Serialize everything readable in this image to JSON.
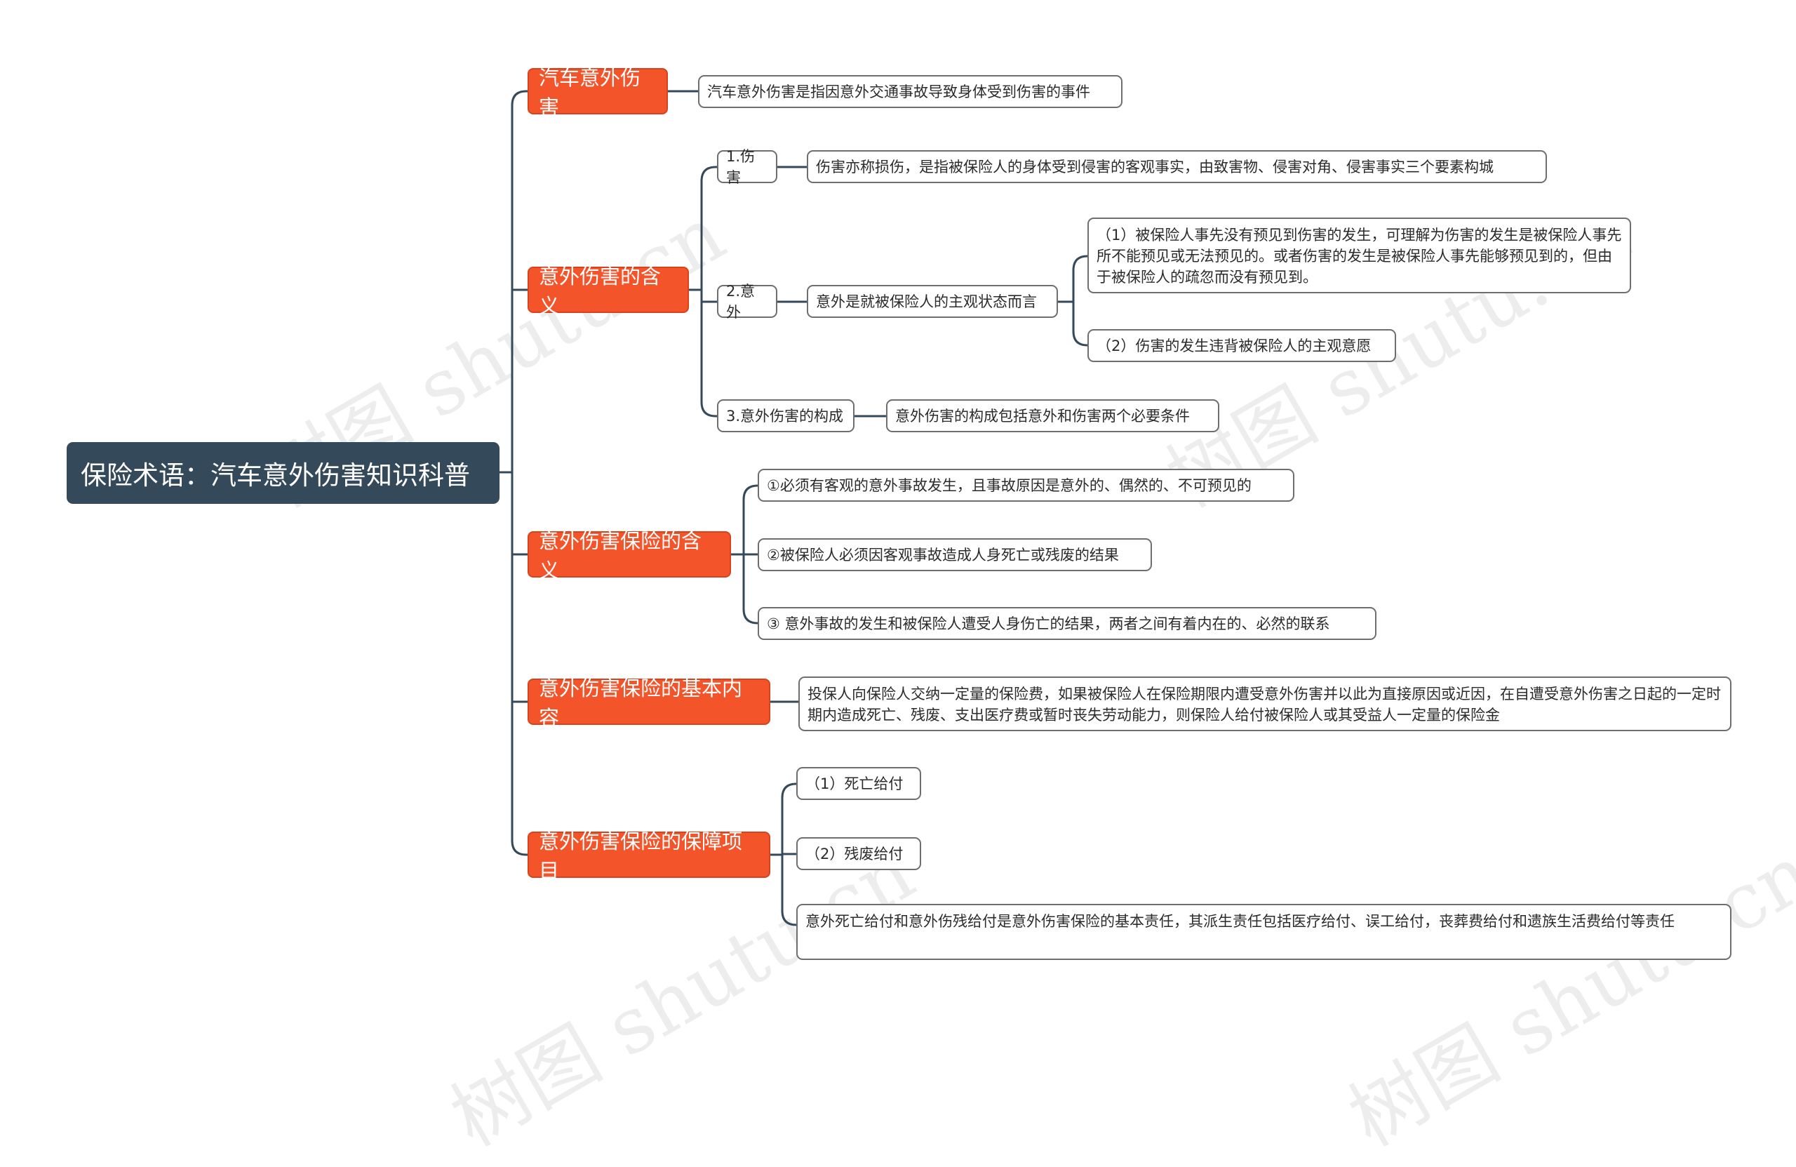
{
  "watermark": "树图 shutu.cn",
  "root": {
    "label": "保险术语：汽车意外伤害知识科普"
  },
  "branches": {
    "b1": {
      "label": "汽车意外伤害",
      "desc": "汽车意外伤害是指因意外交通事故导致身体受到伤害的事件"
    },
    "b2": {
      "label": "意外伤害的含义",
      "s1": {
        "label": "1.伤害",
        "desc": "伤害亦称损伤，是指被保险人的身体受到侵害的客观事实，由致害物、侵害对角、侵害事实三个要素构城"
      },
      "s2": {
        "label": "2.意外",
        "desc": "意外是就被保险人的主观状态而言",
        "d1": "（1）被保险人事先没有预见到伤害的发生，可理解为伤害的发生是被保险人事先所不能预见或无法预见的。或者伤害的发生是被保险人事先能够预见到的，但由于被保险人的疏忽而没有预见到。",
        "d2": "（2）伤害的发生违背被保险人的主观意愿"
      },
      "s3": {
        "label": "3.意外伤害的构成",
        "desc": "意外伤害的构成包括意外和伤害两个必要条件"
      }
    },
    "b3": {
      "label": "意外伤害保险的含义",
      "c1": "①必须有客观的意外事故发生，且事故原因是意外的、偶然的、不可预见的",
      "c2": "②被保险人必须因客观事故造成人身死亡或残废的结果",
      "c3": "③ 意外事故的发生和被保险人遭受人身伤亡的结果，两者之间有着内在的、必然的联系"
    },
    "b4": {
      "label": "意外伤害保险的基本内容",
      "desc": "投保人向保险人交纳一定量的保险费，如果被保险人在保险期限内遭受意外伤害并以此为直接原因或近因，在自遭受意外伤害之日起的一定时期内造成死亡、残废、支出医疗费或暂时丧失劳动能力，则保险人给付被保险人或其受益人一定量的保险金"
    },
    "b5": {
      "label": "意外伤害保险的保障项目",
      "c1": "（1）死亡给付",
      "c2": "（2）残废给付",
      "c3": "意外死亡给付和意外伤残给付是意外伤害保险的基本责任，其派生责任包括医疗给付、误工给付，丧葬费给付和遗族生活费给付等责任"
    }
  },
  "colors": {
    "root": "#34495a",
    "main": "#f4542a",
    "line": "#34495a",
    "border": "#6e6e6e"
  }
}
